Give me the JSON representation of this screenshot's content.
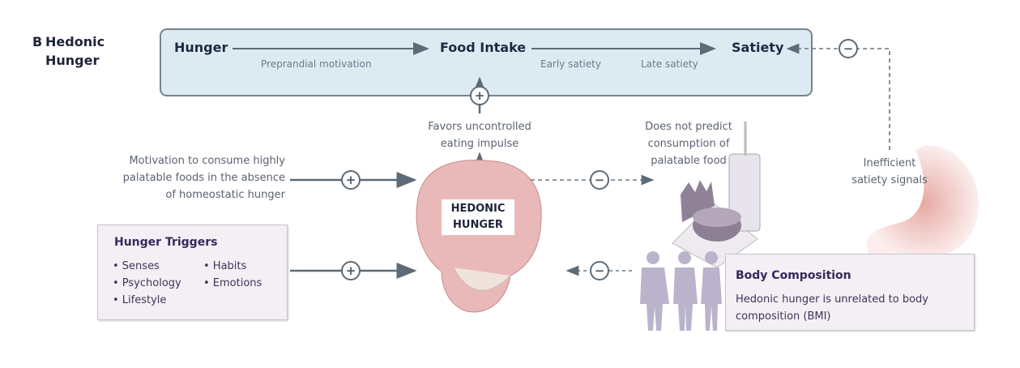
{
  "section": {
    "letter": "B",
    "title_line1": "Hedonic",
    "title_line2": "Hunger"
  },
  "top_flow": {
    "hunger": "Hunger",
    "food_intake": "Food Intake",
    "satiety": "Satiety",
    "preprandial": "Preprandial motivation",
    "early_satiety": "Early satiety",
    "late_satiety": "Late satiety"
  },
  "center": {
    "label_line1": "HEDONIC",
    "label_line2": "HUNGER"
  },
  "favors": {
    "line1": "Favors uncontrolled",
    "line2": "eating impulse"
  },
  "motivation": {
    "line1": "Motivation to consume highly",
    "line2": "palatable foods in the absence",
    "line3": "of homeostatic hunger"
  },
  "predict": {
    "line1": "Does not predict",
    "line2": "consumption of",
    "line3": "palatable food"
  },
  "satiety_signals": {
    "line1": "Inefficient",
    "line2": "satiety signals"
  },
  "triggers": {
    "title": "Hunger Triggers",
    "items": [
      "• Senses",
      "• Habits",
      "• Psychology",
      "• Emotions",
      "• Lifestyle"
    ]
  },
  "body": {
    "title": "Body Composition",
    "line1": "Hedonic hunger is unrelated to body",
    "line2": "composition (BMI)"
  },
  "signs": {
    "plus": "+",
    "minus": "−"
  },
  "colors": {
    "box_fill": "#dcebf2",
    "brain": "#e9b8b8",
    "panel": "#f3eff4",
    "navy": "#1c2a44"
  }
}
